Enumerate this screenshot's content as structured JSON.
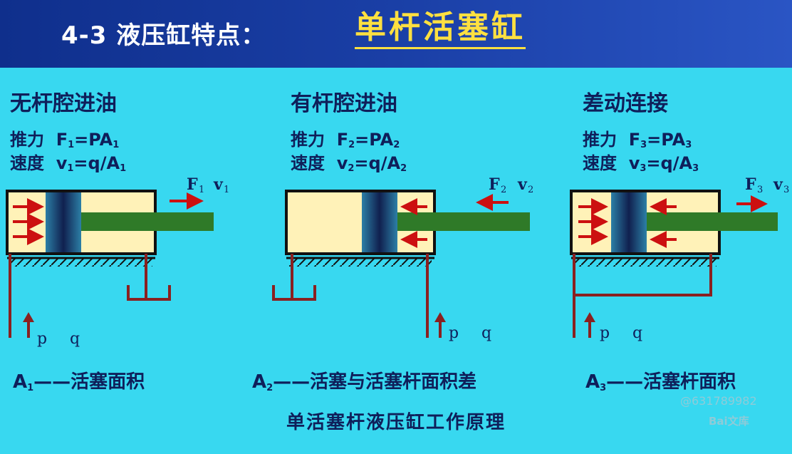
{
  "header": {
    "prefix": "4-3 液压缸特点：",
    "title": "单杆活塞缸"
  },
  "columns": [
    {
      "heading": "无杆腔进油",
      "thrust_label": "推力",
      "thrust_F": "F",
      "thrust_sub": "1",
      "thrust_rhs": "=PA",
      "thrust_rhs_sub": "1",
      "speed_label": "速度",
      "speed_v": "v",
      "speed_sub": "1",
      "speed_rhs": "=q/A",
      "speed_rhs_sub": "1",
      "force_label": "F",
      "force_sub": "1",
      "vel_label": "v",
      "vel_sub": "1",
      "p_label": "p",
      "q_label": "q",
      "caption_A": "A",
      "caption_sub": "1",
      "caption_text": "——活塞面积"
    },
    {
      "heading": "有杆腔进油",
      "thrust_label": "推力",
      "thrust_F": "F",
      "thrust_sub": "2",
      "thrust_rhs": "=PA",
      "thrust_rhs_sub": "2",
      "speed_label": "速度",
      "speed_v": "v",
      "speed_sub": "2",
      "speed_rhs": "=q/A",
      "speed_rhs_sub": "2",
      "force_label": "F",
      "force_sub": "2",
      "vel_label": "v",
      "vel_sub": "2",
      "p_label": "p",
      "q_label": "q",
      "caption_A": "A",
      "caption_sub": "2",
      "caption_text": "——活塞与活塞杆面积差"
    },
    {
      "heading": "差动连接",
      "thrust_label": "推力",
      "thrust_F": "F",
      "thrust_sub": "3",
      "thrust_rhs": "=PA",
      "thrust_rhs_sub": "3",
      "speed_label": "速度",
      "speed_v": "v",
      "speed_sub": "3",
      "speed_rhs": "=q/A",
      "speed_rhs_sub": "3",
      "force_label": "F",
      "force_sub": "3",
      "vel_label": "v",
      "vel_sub": "3",
      "p_label": "p",
      "q_label": "q",
      "caption_A": "A",
      "caption_sub": "3",
      "caption_text": "——活塞杆面积"
    }
  ],
  "bottom_title": "单活塞杆液压缸工作原理",
  "watermark": {
    "id": "@631789982",
    "logo": "Bai文库"
  },
  "colors": {
    "background": "#38d8f0",
    "header_bg": "#1a3fa6",
    "title_accent": "#ffe040",
    "text": "#0f1f5a",
    "arrow": "#cc1010",
    "rod": "#2f7a28",
    "cylinder_fill": "#fff2b8",
    "piston": "#1e3f7a"
  }
}
